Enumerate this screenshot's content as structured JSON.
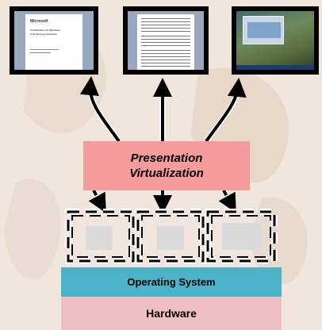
{
  "presentation_virtualization": {
    "line1": "Presentation",
    "line2": "Virtualization"
  },
  "layers": {
    "os_label": "Operating System",
    "hardware_label": "Hardware"
  },
  "monitors": {
    "left": {
      "title": "Microsoft",
      "subtitle_line1": "Virtualization for Windows:",
      "subtitle_line2": "A Technology Overview"
    }
  },
  "colors": {
    "presentation_box": "#f59b9b",
    "os_layer": "#4bb3c7",
    "hardware_layer": "#eec0c4",
    "vm_placeholder": "#dadada"
  }
}
